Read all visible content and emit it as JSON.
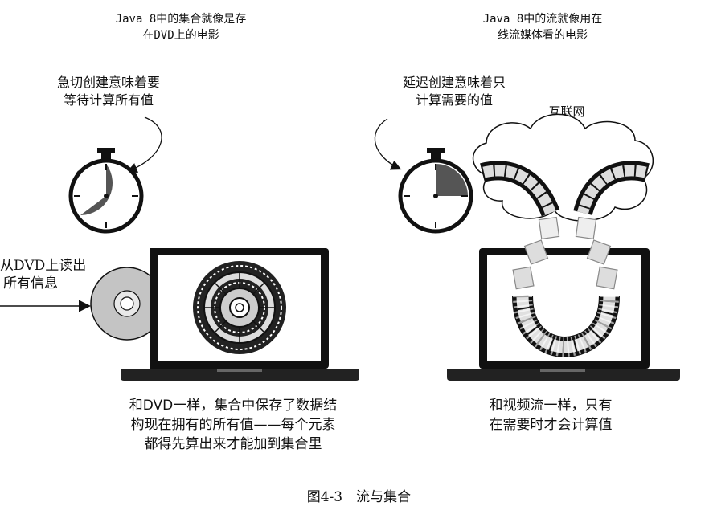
{
  "left": {
    "heading": [
      "Java 8中的集合就像是存",
      "在DVD上的电影"
    ],
    "clock_note": [
      "急切创建意味着要",
      "等待计算所有值"
    ],
    "read_note": [
      "从DVD上读出",
      "所有信息"
    ],
    "caption": [
      "和DVD一样，集合中保存了数据结",
      "构现在拥有的所有值——每个元素",
      "都得先算出来才能加到集合里"
    ]
  },
  "right": {
    "heading": [
      "Java 8中的流就像用在",
      "线流媒体看的电影"
    ],
    "clock_note": [
      "延迟创建意味着只",
      "计算需要的值"
    ],
    "cloud_label": "互联网",
    "caption": [
      "和视频流一样，只有",
      "在需要时才会计算值"
    ]
  },
  "figure_caption": "图4-3　流与集合",
  "colors": {
    "ink": "#111111",
    "gray": "#bdbdbd",
    "dark_gray": "#555555",
    "light": "#e6e6e6"
  },
  "icons": [
    "stopwatch-icon",
    "dvd-disc-icon",
    "laptop-icon",
    "film-strip-icon",
    "cloud-icon"
  ]
}
